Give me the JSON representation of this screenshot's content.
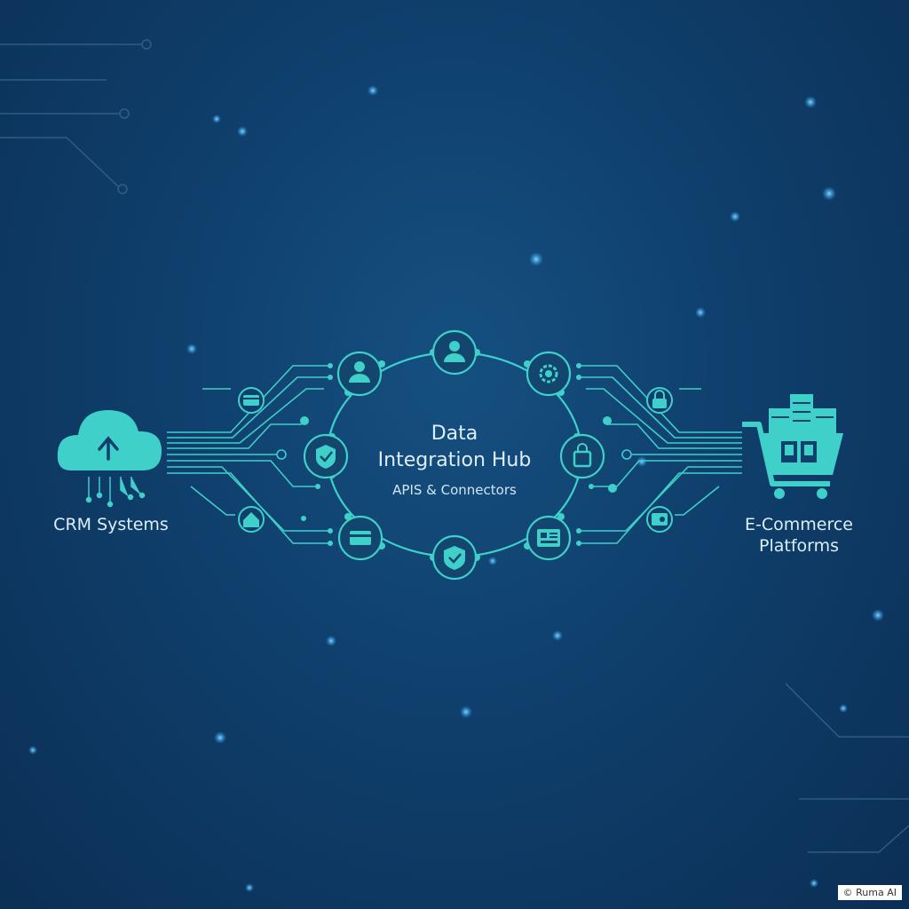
{
  "hub": {
    "title_line1": "Data",
    "title_line2": "Integration Hub",
    "subtitle": "APIS & Connectors"
  },
  "left_node": {
    "label": "CRM Systems",
    "icon": "cloud-upload-icon"
  },
  "right_node": {
    "label_line1": "E-Commerce",
    "label_line2": "Platforms",
    "icon": "shopping-cart-icon"
  },
  "ring_nodes": [
    {
      "icon": "user-icon"
    },
    {
      "icon": "gear-icon"
    },
    {
      "icon": "shopping-bag-icon"
    },
    {
      "icon": "dashboard-icon"
    },
    {
      "icon": "checkmark-badge-icon"
    },
    {
      "icon": "credit-card-icon"
    },
    {
      "icon": "shield-check-icon"
    },
    {
      "icon": "user-icon"
    }
  ],
  "watermark": "© Ruma AI",
  "colors": {
    "accent": "#3fd0c9",
    "background": "#0f3f6c",
    "text": "#dceef7"
  }
}
